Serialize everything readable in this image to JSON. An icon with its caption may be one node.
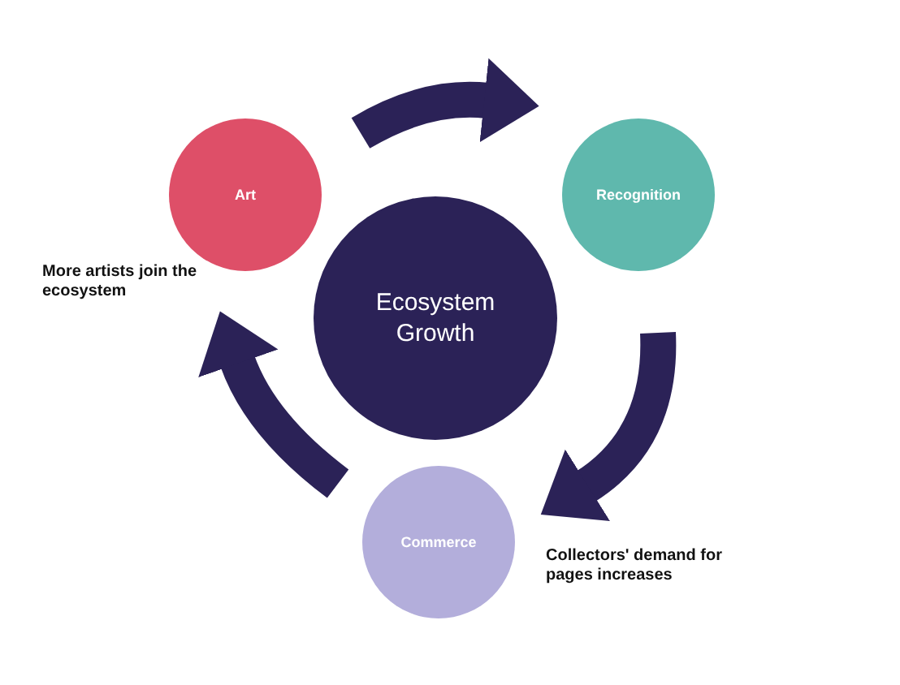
{
  "diagram": {
    "nodes": [
      {
        "text": [
          "Art"
        ],
        "beside": [
          "More artists join the ecosystem"
        ]
      },
      {
        "text": [
          "Recognition"
        ]
      },
      {
        "text": [
          "Ecosystem Growth"
        ]
      },
      {
        "text": [
          "Commerce"
        ],
        "beside": [
          "Collectors' demand for pages increases"
        ]
      }
    ],
    "edges": [
      {
        "from": 0,
        "to": 1,
        "arrow": "to"
      },
      {
        "from": 1,
        "to": 3,
        "arrow": "to"
      },
      {
        "from": 3,
        "to": 0,
        "arrow": "to"
      }
    ]
  }
}
